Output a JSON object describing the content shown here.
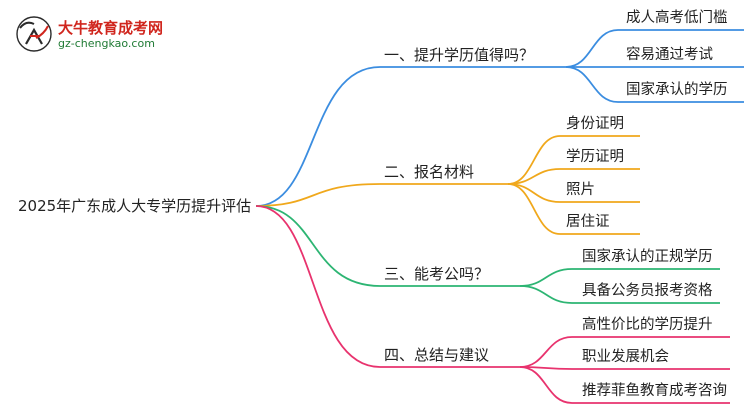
{
  "watermark": {
    "name": "大牛教育成考网",
    "url": "gz-chengkao.com"
  },
  "root": "2025年广东成人大专学历提升评估",
  "branches": [
    {
      "label": "一、提升学历值得吗？",
      "color": "#3b8de0",
      "leaves": [
        "成人高考低门槛",
        "容易通过考试",
        "国家承认的学历"
      ]
    },
    {
      "label": "二、报名材料",
      "color": "#f0a81c",
      "leaves": [
        "身份证明",
        "学历证明",
        "照片",
        "居住证"
      ]
    },
    {
      "label": "三、能考公吗？",
      "color": "#2db573",
      "leaves": [
        "国家承认的正规学历",
        "具备公务员报考资格"
      ]
    },
    {
      "label": "四、总结与建议",
      "color": "#e8336e",
      "leaves": [
        "高性价比的学历提升",
        "职业发展机会",
        "推荐菲鱼教育成考咨询"
      ]
    }
  ]
}
